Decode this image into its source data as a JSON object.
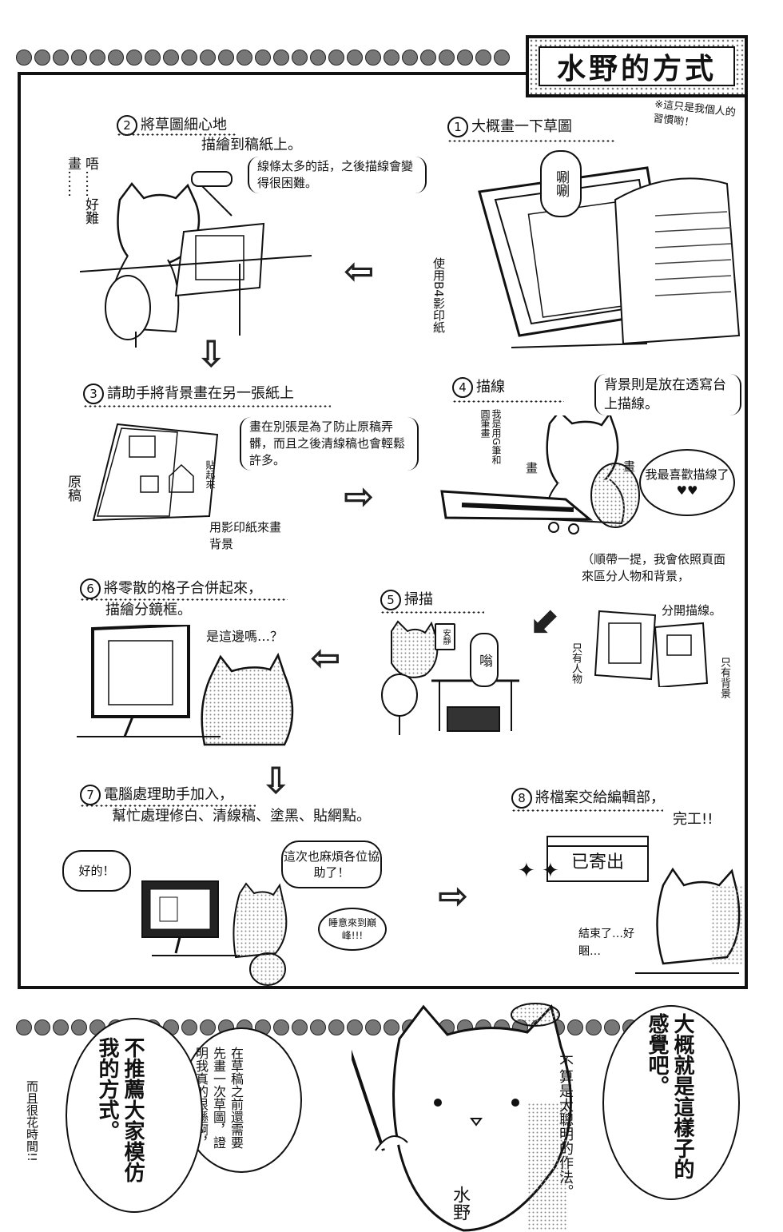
{
  "title": "水野的方式",
  "notice": "※這只是我個人的習慣喲！",
  "steps": [
    {
      "num": "1",
      "text": "大概畫一下草圖"
    },
    {
      "num": "2",
      "text": "將草圖細心地",
      "text2": "描繪到稿紙上。"
    },
    {
      "num": "3",
      "text": "請助手將背景畫在另一張紙上"
    },
    {
      "num": "4",
      "text": "描線"
    },
    {
      "num": "5",
      "text": "掃描"
    },
    {
      "num": "6",
      "text": "將零散的格子合併起來，",
      "text2": "描繪分鏡框。"
    },
    {
      "num": "7",
      "text": "電腦處理助手加入，",
      "text2": "幫忙處理修白、清線稿、塗黑、貼網點。"
    },
    {
      "num": "8",
      "text": "將檔案交給編輯部，",
      "text2": "完工!!"
    }
  ],
  "panel1": {
    "sfx": "唰唰",
    "side_note": "使用B4影印紙"
  },
  "panel2": {
    "paren": "線條太多的話，之後描線會變得很困難。",
    "murmur": "唔……好難畫……"
  },
  "panel3": {
    "paren": "畫在別張是為了防止原稿弄髒，而且之後清線稿也會輕鬆許多。",
    "label_original": "原稿",
    "label_paste": "貼起來",
    "label_copy": "用影印紙來畫背景"
  },
  "panel4": {
    "paren": "背景則是放在透寫台上描線。",
    "bubble": "我最喜歡描線了♥♥",
    "tools": "我是用G筆和圓筆畫",
    "sfx1": "畫",
    "sfx2": "畫"
  },
  "panel5": {
    "note": "（順帶一提，我會依照頁面來區分人物和背景，",
    "note2": "分開描線。",
    "label_people": "只有人物",
    "label_bg": "只有背景",
    "sign": "安靜",
    "sfx": "嗡"
  },
  "panel6": {
    "bubble": "是這邊嗎…？"
  },
  "panel7": {
    "bubble_left": "好的！",
    "bubble_right": "這次也麻煩各位協助了！",
    "bubble_small": "睡意來到巔峰!!!"
  },
  "panel8": {
    "window": "已寄出",
    "murmur": "結束了…好睏…"
  },
  "bottom": {
    "right_bubble": "大概就是這樣子的感覺吧。",
    "right_small": "不算是太聰明的作法。",
    "mid_bubble": "在草稿之前還需要先畫一次草圖，證明我真的很遜啊，",
    "left_bubble": "不推薦大家模仿我的方式。",
    "left_small": "而且很花時間!!",
    "name": "水野"
  }
}
